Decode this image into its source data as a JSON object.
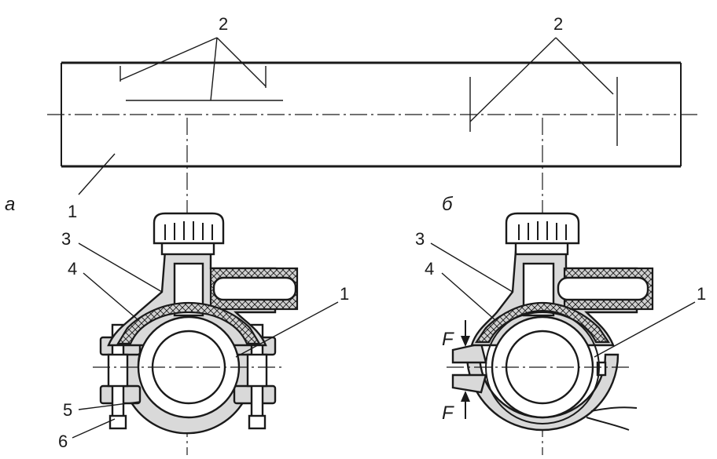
{
  "labels": {
    "top_left_2": "2",
    "top_right_2": "2",
    "view_a": "а",
    "view_b": "б",
    "a_1_pipe_top": "1",
    "a_3": "3",
    "a_4": "4",
    "a_1": "1",
    "a_5": "5",
    "a_6": "6",
    "b_3": "3",
    "b_4": "4",
    "b_1": "1",
    "b_F_top": "F",
    "b_F_bottom": "F"
  }
}
